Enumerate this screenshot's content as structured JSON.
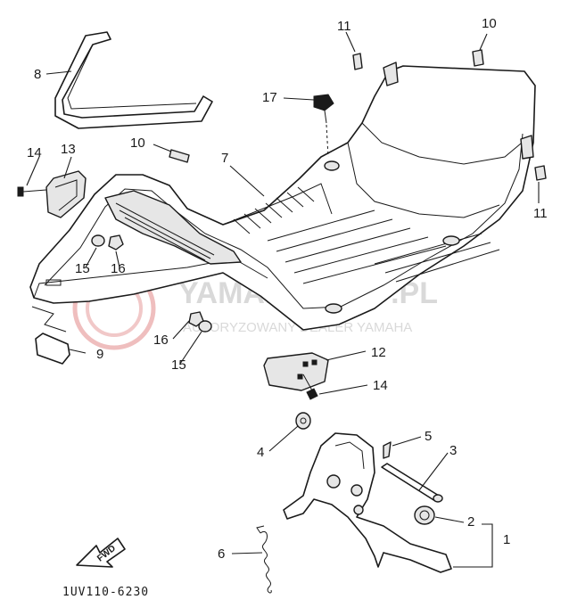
{
  "diagram": {
    "drawing_code": "1UV110-6230",
    "direction_label": "FWD",
    "watermark": {
      "main": "YAMAHASHOP.PL",
      "sub": "AUTORYZOWANY DEALER YAMAHA",
      "seal_color": "#e8a3a3"
    },
    "callouts": [
      {
        "id": "c8a",
        "label": "8"
      },
      {
        "id": "c11a",
        "label": "11"
      },
      {
        "id": "c10a",
        "label": "10"
      },
      {
        "id": "c17",
        "label": "17"
      },
      {
        "id": "c10b",
        "label": "10"
      },
      {
        "id": "c7",
        "label": "7"
      },
      {
        "id": "c14a",
        "label": "14"
      },
      {
        "id": "c13",
        "label": "13"
      },
      {
        "id": "c11b",
        "label": "11"
      },
      {
        "id": "c15a",
        "label": "15"
      },
      {
        "id": "c16a",
        "label": "16"
      },
      {
        "id": "c16b",
        "label": "16"
      },
      {
        "id": "c15b",
        "label": "15"
      },
      {
        "id": "c9",
        "label": "9"
      },
      {
        "id": "c12",
        "label": "12"
      },
      {
        "id": "c14b",
        "label": "14"
      },
      {
        "id": "c4",
        "label": "4"
      },
      {
        "id": "c5",
        "label": "5"
      },
      {
        "id": "c3",
        "label": "3"
      },
      {
        "id": "c2",
        "label": "2"
      },
      {
        "id": "c1",
        "label": "1"
      },
      {
        "id": "c6",
        "label": "6"
      }
    ]
  }
}
